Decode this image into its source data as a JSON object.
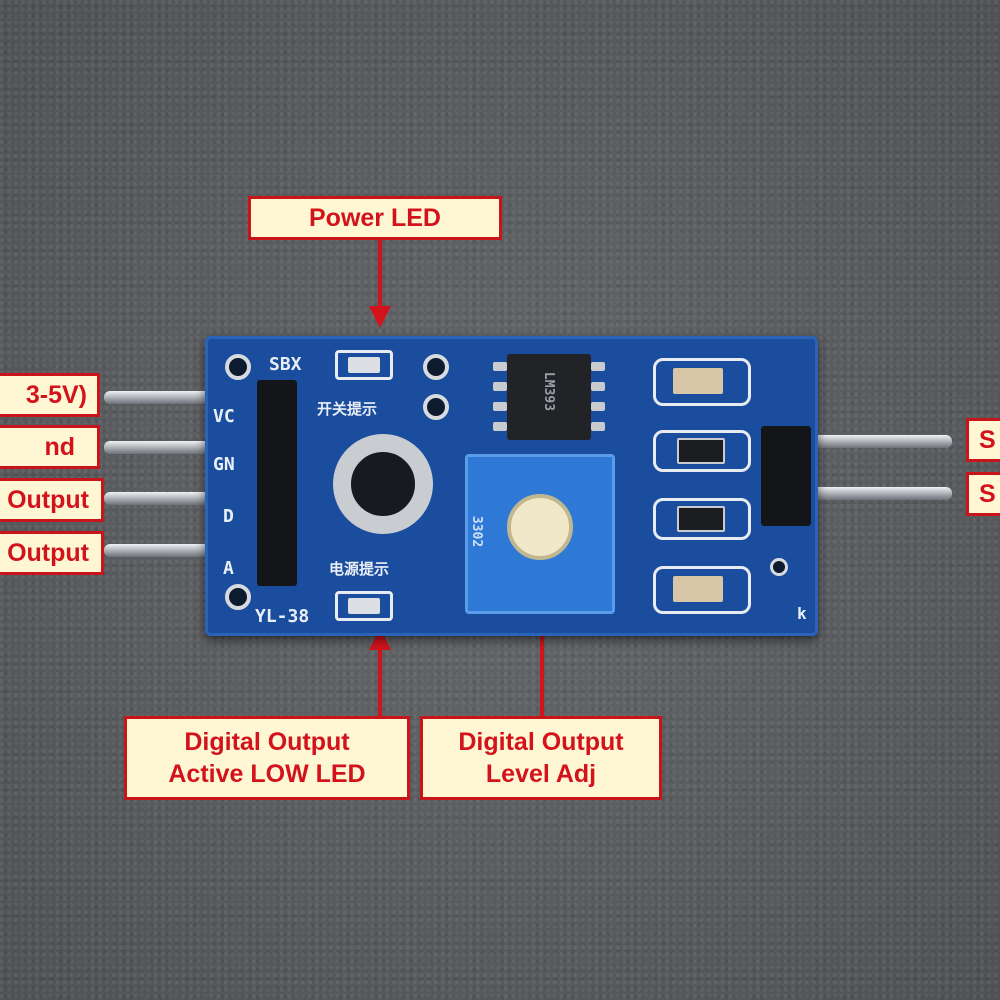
{
  "labels": {
    "power_led": "Power LED",
    "vcc": "3-5V)",
    "gnd": "nd",
    "digital_out_pin": "Output",
    "analog_out_pin": "Output",
    "sensor_a": "S",
    "sensor_b": "S",
    "do_led_line1": "Digital Output",
    "do_led_line2": "Active LOW LED",
    "level_adj_line1": "Digital Output",
    "level_adj_line2": "Level Adj"
  },
  "board_silkscreen": {
    "top": "SBX",
    "vcc": "VC",
    "gnd": "GN",
    "do": "D",
    "ao": "A",
    "model": "YL-38",
    "cn_switch": "开关提示",
    "cn_power": "电源提示",
    "k": "k",
    "chip": "LM393",
    "pot_code": "3302"
  },
  "colors": {
    "pcb": "#1a4d9e",
    "label_border": "#c8141b",
    "label_text": "#d3131b",
    "label_bg": "#fff7d4"
  }
}
